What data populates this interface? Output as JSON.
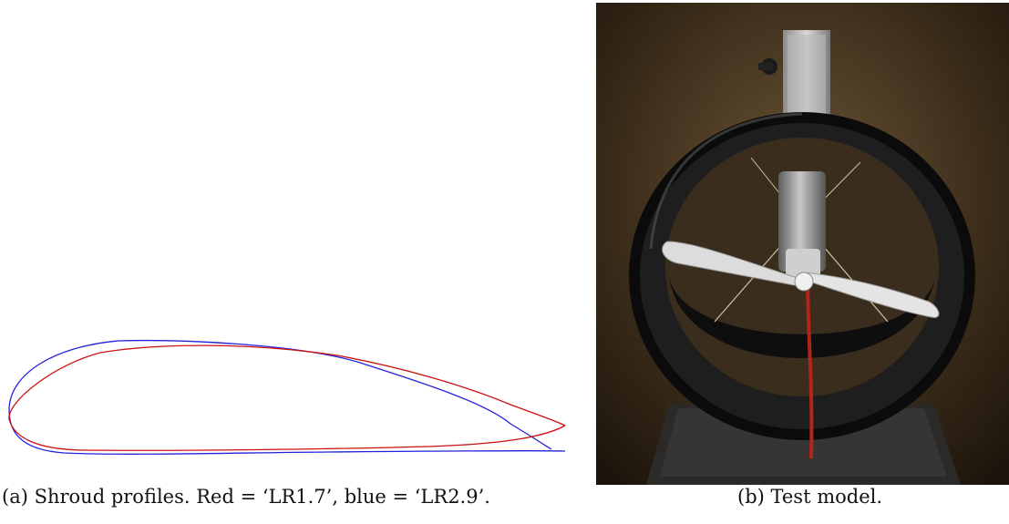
{
  "figure": {
    "panel_a": {
      "caption": "(a) Shroud profiles. Red = ‘LR1.7’, blue = ‘LR2.9’.",
      "profiles": [
        {
          "name": "LR1.7",
          "color": "#cc1111"
        },
        {
          "name": "LR2.9",
          "color": "#2222dd"
        }
      ]
    },
    "panel_b": {
      "caption": "(b) Test model."
    }
  }
}
